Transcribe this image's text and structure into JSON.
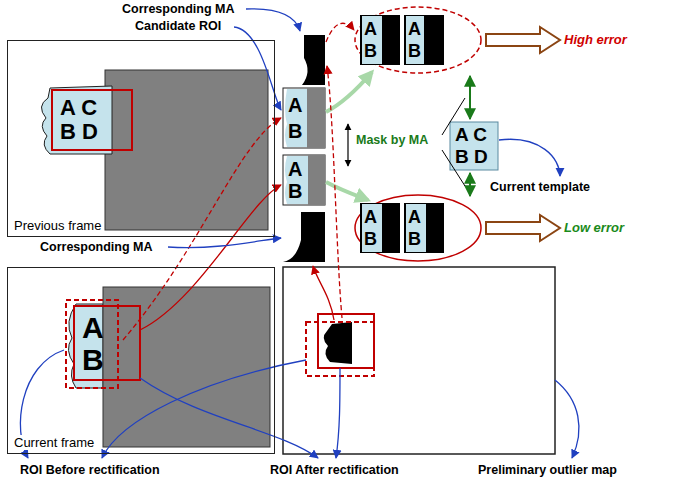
{
  "diagram": {
    "nodes": [
      {
        "text": [
          "Previous frame"
        ]
      },
      {
        "text": [
          "Current frame"
        ]
      }
    ],
    "labels": [
      "Corresponding MA",
      "Candidate ROI",
      "High error",
      "Mask by MA",
      "Current template",
      "Low error",
      "Corresponding MA",
      "ROI Before rectification",
      "ROI After rectification",
      "Preliminary outlier map",
      "A C B D",
      "A B",
      "A B",
      "A B",
      "A B",
      "A B",
      "A C B D",
      "A B",
      "A B"
    ]
  }
}
